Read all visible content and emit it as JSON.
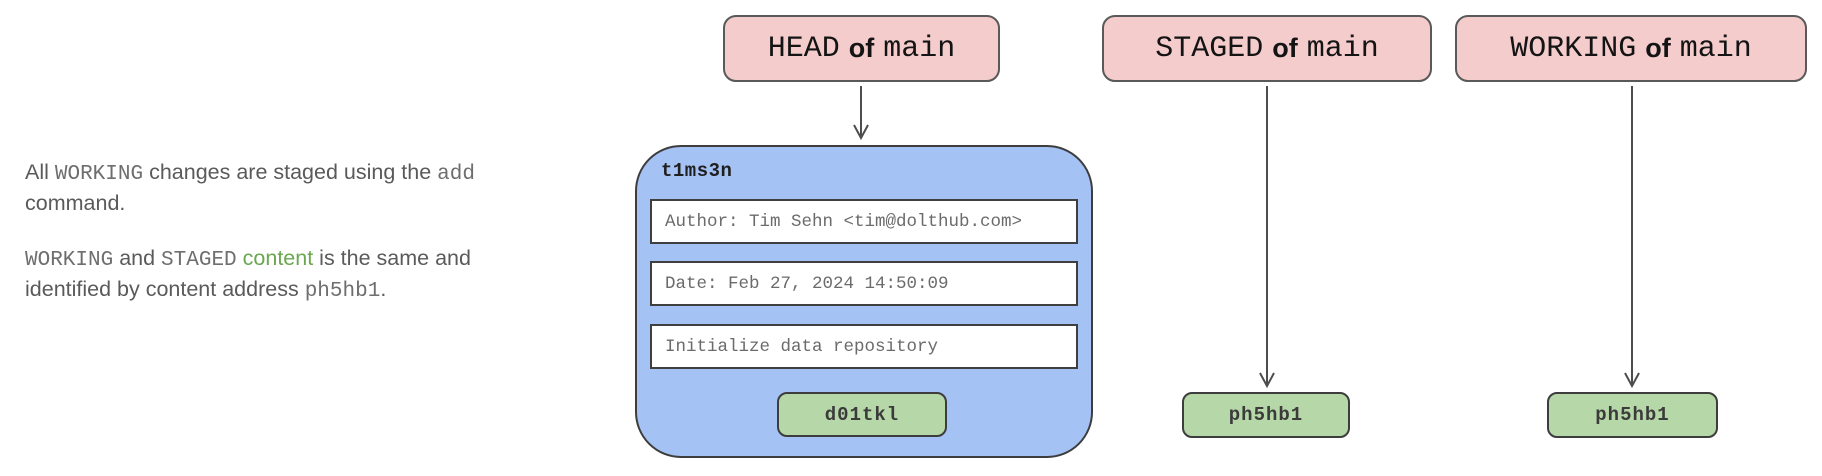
{
  "description": {
    "p1": [
      "All ",
      "WORKING",
      " changes are staged using the ",
      "add",
      " command."
    ],
    "p2": [
      "WORKING",
      " and ",
      "STAGED",
      " ",
      "content",
      " is the same and identified by content address ",
      "ph5hb1",
      "."
    ]
  },
  "refs": [
    {
      "name": "HEAD",
      "of": "of",
      "branch": "main"
    },
    {
      "name": "STAGED",
      "of": "of",
      "branch": "main"
    },
    {
      "name": "WORKING",
      "of": "of",
      "branch": "main"
    }
  ],
  "commit": {
    "id": "t1ms3n",
    "rows": [
      "Author: Tim Sehn <tim@dolthub.com>",
      "Date: Feb 27, 2024 14:50:09",
      "Initialize data repository"
    ],
    "content_hash": "d01tkl"
  },
  "staged_hash": "ph5hb1",
  "working_hash": "ph5hb1",
  "colors": {
    "ref_box_bg": "#f4cccc",
    "commit_box_bg": "#a4c2f4",
    "hash_chip_bg": "#b6d7a8",
    "border_dark": "#3d3d3d",
    "text_gray": "#5a5a5a",
    "code_gray": "#6e6e6e",
    "link_green": "#6aa84f",
    "arrow": "#4d4d4d"
  }
}
